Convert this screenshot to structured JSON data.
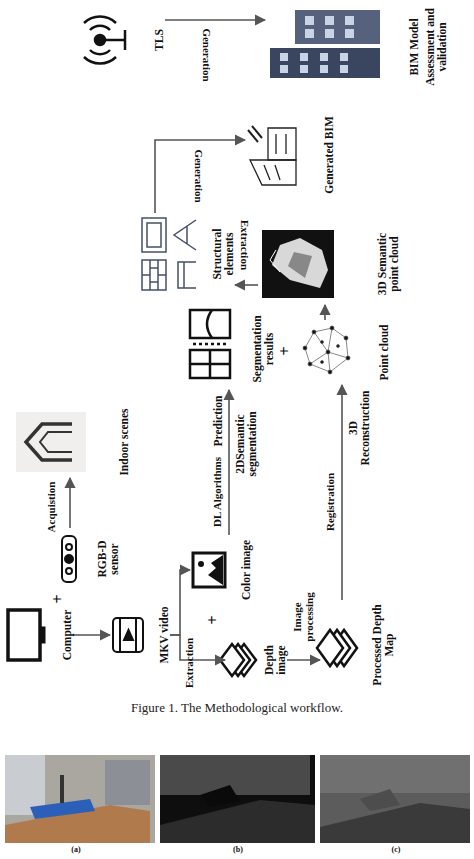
{
  "diagram": {
    "caption": "Figure 1. The Methodological workflow.",
    "nodes": [
      {
        "text": [
          "Computer"
        ]
      },
      {
        "text": [
          "RGB-D sensor"
        ]
      },
      {
        "text": [
          "Indoor scenes"
        ]
      },
      {
        "text": [
          "MKV video"
        ]
      },
      {
        "text": [
          "Color image"
        ]
      },
      {
        "text": [
          "Depth image"
        ]
      },
      {
        "text": [
          "Processed Depth Map"
        ]
      },
      {
        "text": [
          "Segmentation results"
        ]
      },
      {
        "text": [
          "Point cloud"
        ]
      },
      {
        "text": [
          "3D Semantic point cloud"
        ]
      },
      {
        "text": [
          "Structural elements"
        ]
      },
      {
        "text": [
          "Generated BIM"
        ]
      },
      {
        "text": [
          "BIM Model"
        ]
      },
      {
        "text": [
          "TLS"
        ]
      }
    ],
    "edges": [
      {
        "from": 0,
        "to": 3,
        "arrow": "to"
      },
      {
        "from": 1,
        "to": 2,
        "label": "Acquistion",
        "arrow": "to"
      },
      {
        "from": 3,
        "to": 4,
        "label": "Extraction",
        "arrow": "to"
      },
      {
        "from": 3,
        "to": 5,
        "arrow": "to"
      },
      {
        "from": 5,
        "to": 6,
        "label": "Image processing",
        "arrow": "to"
      },
      {
        "from": 4,
        "to": 7,
        "label": "DL Algorithms",
        "arrow": "to"
      },
      {
        "from": 6,
        "to": 8,
        "label": "Registration",
        "arrow": "to"
      },
      {
        "from": 8,
        "to": 9,
        "arrow": "to"
      },
      {
        "from": 9,
        "to": 10,
        "label": "Extraction",
        "arrow": "to"
      },
      {
        "from": 10,
        "to": 11,
        "label": "Generation",
        "arrow": "to"
      },
      {
        "from": 13,
        "to": 12,
        "label": "Generation",
        "arrow": "to"
      }
    ],
    "labels": [
      "+",
      "+",
      "2DSemantic segmentation",
      "Prediction",
      "3D Reconstruction",
      "+",
      "Assessment and validation",
      "(a)",
      "(b)",
      "(c)"
    ]
  }
}
